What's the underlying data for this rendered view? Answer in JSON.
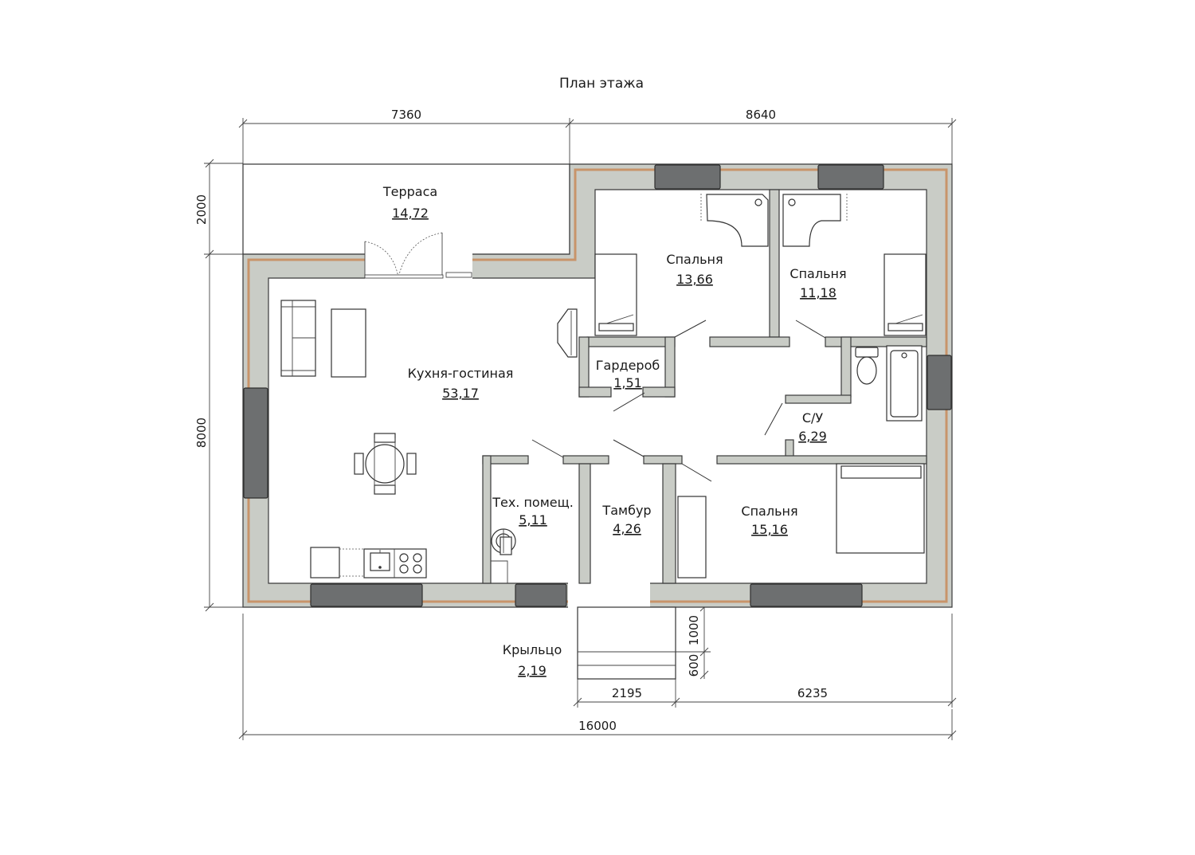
{
  "title": "План этажа",
  "dimensions": {
    "top_left": "7360",
    "top_right": "8640",
    "left_top": "2000",
    "left_main": "8000",
    "porch_depth": "1000",
    "porch_step": "600",
    "bottom_porch": "2195",
    "bottom_right": "6235",
    "total_width": "16000"
  },
  "rooms": {
    "terrace": {
      "name": "Терраса",
      "area": "14,72"
    },
    "kitchen_living": {
      "name": "Кухня-гостиная",
      "area": "53,17"
    },
    "bedroom1": {
      "name": "Спальня",
      "area": "13,66"
    },
    "bedroom2": {
      "name": "Спальня",
      "area": "11,18"
    },
    "wardrobe": {
      "name": "Гардероб",
      "area": "1,51"
    },
    "bathroom": {
      "name": "С/У",
      "area": "6,29"
    },
    "tech_room": {
      "name": "Тех. помещ.",
      "area": "5,11"
    },
    "vestibule": {
      "name": "Тамбур",
      "area": "4,26"
    },
    "bedroom3": {
      "name": "Спальня",
      "area": "15,16"
    },
    "porch": {
      "name": "Крыльцо",
      "area": "2,19"
    }
  },
  "colors": {
    "wall_fill": "#c9ccc6",
    "insulation": "#c8946a",
    "window": "#6d6f70"
  }
}
